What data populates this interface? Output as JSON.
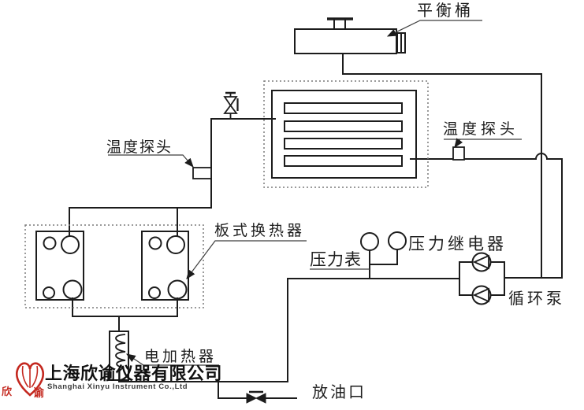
{
  "diagram": {
    "labels": {
      "balance_tank": "平衡桶",
      "temp_probe_left": "温度探头",
      "temp_probe_right": "温度探头",
      "plate_heat_exchanger": "板式换热器",
      "pressure_gauge": "压力表",
      "pressure_relay": "压力继电器",
      "circulation_pump": "循环泵",
      "electric_heater": "电加热器",
      "oil_drain": "放油口"
    },
    "icons": {
      "balance_tank": "balance-tank-symbol",
      "relief_valve": "relief-valve-icon",
      "coil_bath": "coil-bath-symbol",
      "temperature_probe": "temperature-probe-icon",
      "plate_heat_exchanger": "plate-heat-exchanger-symbol",
      "electric_heater": "electric-heater-icon",
      "pressure_gauge": "pressure-gauge-icon",
      "pressure_relay": "pressure-relay-icon",
      "circulation_pump": "circulation-pump-icon",
      "drain_valve": "drain-valve-icon"
    },
    "colors": {
      "line": "#1c1c1c",
      "dashed_box": "#7a7a7a",
      "annotation": "#3f3f3f"
    }
  },
  "logo": {
    "company_cn": "上海欣谕仪器有限公司",
    "company_en": "Shanghai Xinyu Instrument Co.,Ltd",
    "heart_char_left": "欣",
    "heart_char_right": "谕",
    "brand_color": "#c4281f"
  }
}
